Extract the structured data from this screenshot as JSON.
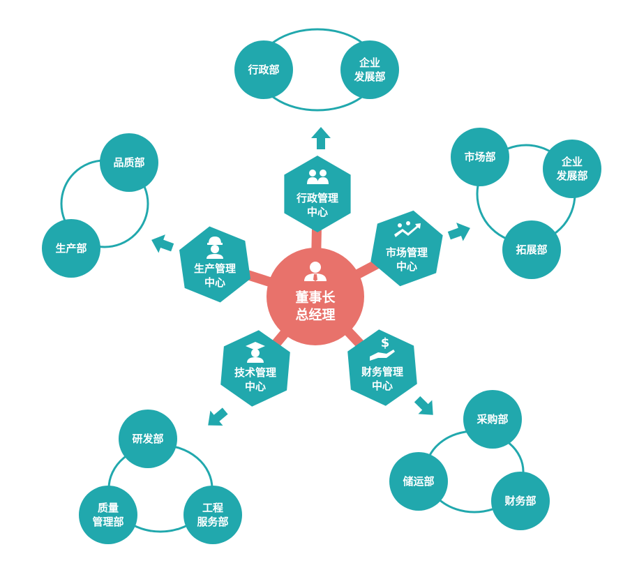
{
  "colors": {
    "teal": "#21a8ad",
    "ring": "#21a8ad",
    "center": "#e8726b",
    "arm": "#e8726b",
    "background": "#ffffff",
    "text": "#ffffff"
  },
  "center": {
    "line1": "董事长",
    "line2": "总经理",
    "icon": "person-icon"
  },
  "centers": [
    {
      "id": "admin",
      "line1": "行政管理",
      "line2": "中心",
      "icon": "team-icon",
      "departments": [
        {
          "lines": [
            "行政部"
          ]
        },
        {
          "lines": [
            "企业",
            "发展部"
          ]
        }
      ]
    },
    {
      "id": "market",
      "line1": "市场管理",
      "line2": "中心",
      "icon": "handshake-growth-icon",
      "departments": [
        {
          "lines": [
            "市场部"
          ]
        },
        {
          "lines": [
            "企业",
            "发展部"
          ]
        },
        {
          "lines": [
            "拓展部"
          ]
        }
      ]
    },
    {
      "id": "finance",
      "line1": "财务管理",
      "line2": "中心",
      "icon": "money-hand-icon",
      "departments": [
        {
          "lines": [
            "采购部"
          ]
        },
        {
          "lines": [
            "储运部"
          ]
        },
        {
          "lines": [
            "财务部"
          ]
        }
      ]
    },
    {
      "id": "tech",
      "line1": "技术管理",
      "line2": "中心",
      "icon": "graduate-icon",
      "departments": [
        {
          "lines": [
            "研发部"
          ]
        },
        {
          "lines": [
            "质量",
            "管理部"
          ]
        },
        {
          "lines": [
            "工程",
            "服务部"
          ]
        }
      ]
    },
    {
      "id": "production",
      "line1": "生产管理",
      "line2": "中心",
      "icon": "worker-icon",
      "departments": [
        {
          "lines": [
            "品质部"
          ]
        },
        {
          "lines": [
            "生产部"
          ]
        }
      ]
    }
  ]
}
